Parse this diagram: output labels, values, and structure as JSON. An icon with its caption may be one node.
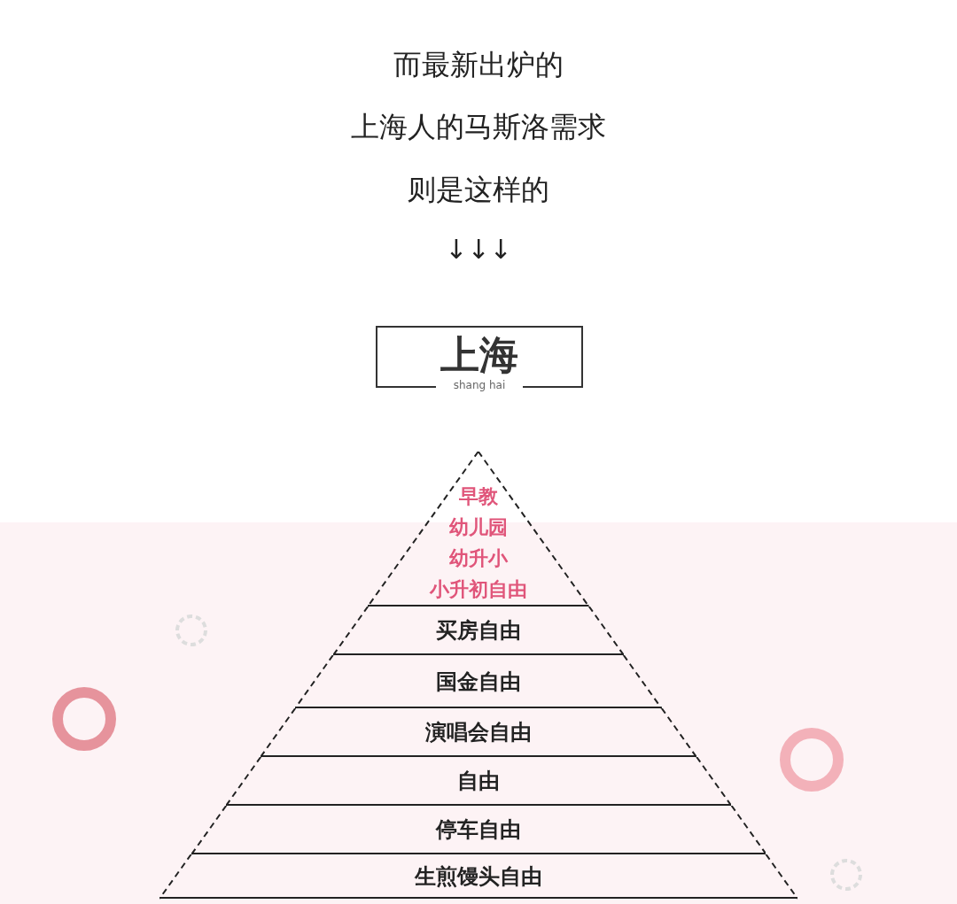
{
  "diagram": {
    "nodes": [
      {
        "text": [
          "上海",
          "shang hai"
        ]
      },
      {
        "text": [
          "早教",
          "幼儿园",
          "幼升小",
          "小升初自由"
        ]
      },
      {
        "text": [
          "买房自由"
        ]
      },
      {
        "text": [
          "国金自由"
        ]
      },
      {
        "text": [
          "演唱会自由"
        ]
      },
      {
        "text": [
          "自由"
        ]
      },
      {
        "text": [
          "停车自由"
        ]
      },
      {
        "text": [
          "生煎馒头自由"
        ]
      }
    ],
    "labels": [
      "而最新出炉的",
      "上海人的马斯洛需求",
      "则是这样的",
      "↓↓↓"
    ]
  }
}
